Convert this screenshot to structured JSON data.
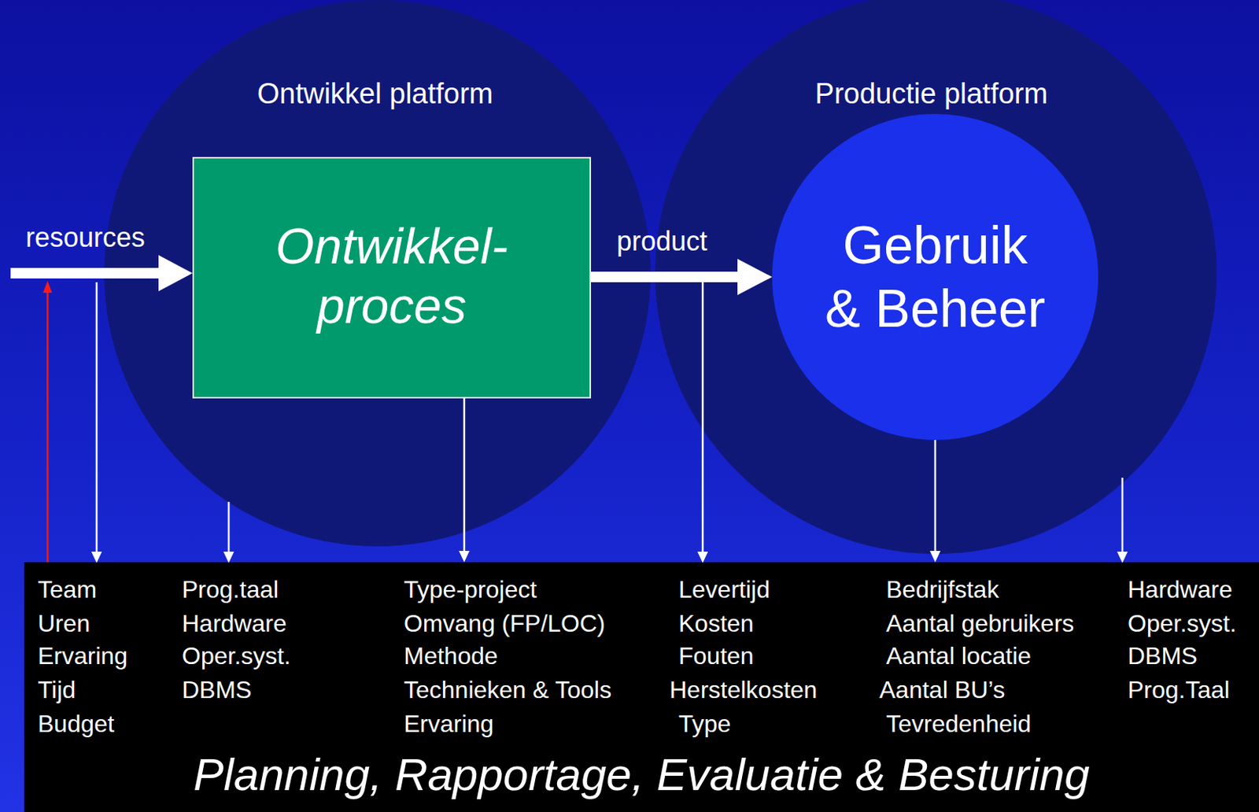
{
  "diagram": {
    "nodes": [
      {
        "text": [
          "Ontwikkel platform"
        ]
      },
      {
        "text": [
          "Ontwikkel- proces"
        ],
        "in": 0
      },
      {
        "text": [
          "Productie platform"
        ]
      },
      {
        "text": [
          "Gebruik & Beheer"
        ],
        "in": 2
      },
      {
        "text": [
          "Team",
          "Uren",
          "Ervaring",
          "Tijd",
          "Budget",
          "Prog.taal",
          "Hardware",
          "Oper.syst.",
          "DBMS",
          "Type-project",
          "Omvang (FP/LOC)",
          "Methode",
          "Technieken & Tools",
          "Ervaring",
          "Levertijd",
          "Kosten",
          "Fouten",
          "Herstelkosten",
          "Type",
          "Bedrijfstak",
          "Aantal gebruikers",
          "Aantal locatie",
          "Aantal BU’s",
          "Tevredenheid",
          "Hardware",
          "Oper.syst.",
          "DBMS",
          "Prog.Taal",
          "Planning, Rapportage, Evaluatie & Besturing"
        ]
      }
    ],
    "edges": [
      {
        "from": 1,
        "to": 3,
        "label": "product",
        "arrow": "to"
      },
      {
        "from": 1,
        "to": 4,
        "arrow": "to"
      },
      {
        "from": 3,
        "to": 4,
        "arrow": "to"
      }
    ],
    "labels": [
      "resources"
    ]
  }
}
